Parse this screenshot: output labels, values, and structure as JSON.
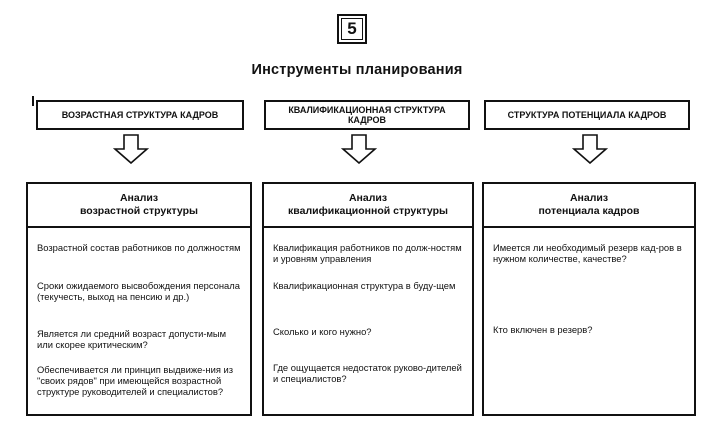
{
  "number": "5",
  "title": "Инструменты планирования",
  "columns": [
    {
      "header": "ВОЗРАСТНАЯ СТРУКТУРА КАДРОВ",
      "panel_title_line1": "Анализ",
      "panel_title_line2": "возрастной структуры",
      "items": [
        "Возрастной состав работников по должностям",
        "Сроки ожидаемого высвобождения персонала (текучесть, выход на пенсию и др.)",
        "Является ли средний возраст допусти-мым или скорее критическим?",
        "Обеспечивается ли принцип выдвиже-ния из \"своих рядов\" при имеющейся возрастной структуре руководителей и специалистов?"
      ]
    },
    {
      "header": "КВАЛИФИКАЦИОННАЯ СТРУКТУРА КАДРОВ",
      "panel_title_line1": "Анализ",
      "panel_title_line2": "квалификационной структуры",
      "items": [
        "Квалификация работников по долж-ностям и уровням управления",
        "Квалификационная структура в буду-щем",
        "Сколько и кого нужно?",
        "Где ощущается недостаток руково-дителей и специалистов?"
      ]
    },
    {
      "header": "СТРУКТУРА ПОТЕНЦИАЛА КАДРОВ",
      "panel_title_line1": "Анализ",
      "panel_title_line2": "потенциала кадров",
      "items": [
        "Имеется ли необходимый резерв кад-ров в нужном количестве, качестве?",
        "Кто включен в резерв?"
      ]
    }
  ]
}
